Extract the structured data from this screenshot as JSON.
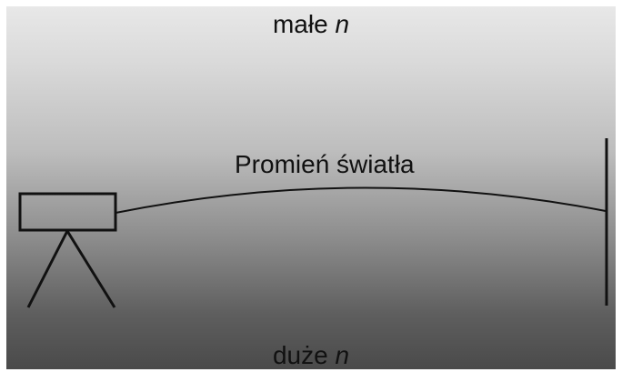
{
  "labels": {
    "top_prefix": "małe ",
    "top_var": "n",
    "ray": "Promień światła",
    "bottom_prefix": "duże ",
    "bottom_var": "n"
  },
  "colors": {
    "gradient_top": "#e8e8e8",
    "gradient_bottom": "#4a4a4a",
    "stroke": "#111111"
  },
  "icons": {
    "instrument": "level-on-tripod-icon",
    "target": "staff-icon"
  }
}
